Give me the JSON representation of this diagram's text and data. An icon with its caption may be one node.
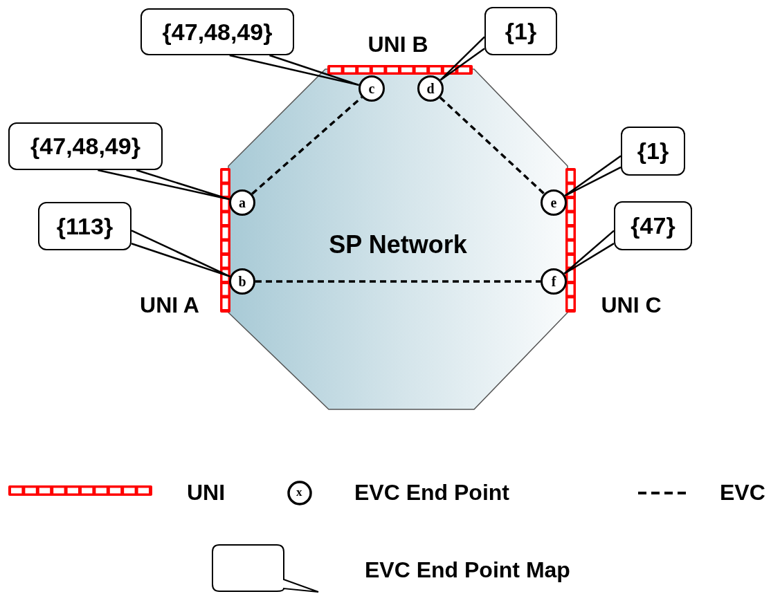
{
  "diagram": {
    "nodes": [
      {
        "text": [
          "{47,48,49}"
        ]
      },
      {
        "text": [
          "{1}"
        ]
      },
      {
        "text": [
          "{47,48,49}"
        ]
      },
      {
        "text": [
          "{1}"
        ]
      },
      {
        "text": [
          "{113}"
        ]
      },
      {
        "text": [
          "{47}"
        ]
      },
      {
        "text": [
          "SP Network"
        ]
      },
      {
        "text": [
          "c"
        ],
        "in": 6
      },
      {
        "text": [
          "d"
        ],
        "in": 6
      },
      {
        "text": [
          "a"
        ],
        "in": 6
      },
      {
        "text": [
          "e"
        ],
        "in": 6
      },
      {
        "text": [
          "b"
        ],
        "in": 6
      },
      {
        "text": [
          "f"
        ],
        "in": 6
      }
    ],
    "edges": [
      {
        "from": 0,
        "to": 7,
        "arrow": "none"
      },
      {
        "from": 1,
        "to": 8,
        "arrow": "none"
      },
      {
        "from": 2,
        "to": 9,
        "arrow": "none"
      },
      {
        "from": 3,
        "to": 10,
        "arrow": "none"
      },
      {
        "from": 4,
        "to": 11,
        "arrow": "none"
      },
      {
        "from": 5,
        "to": 12,
        "arrow": "none"
      },
      {
        "from": 9,
        "to": 7,
        "arrow": "none",
        "style": "dashed"
      },
      {
        "from": 8,
        "to": 10,
        "arrow": "none",
        "style": "dashed"
      },
      {
        "from": 11,
        "to": 12,
        "arrow": "none",
        "style": "dashed"
      }
    ],
    "labels": [
      "UNI B",
      "UNI A",
      "UNI C",
      "x"
    ],
    "legend": [
      {
        "text": "UNI"
      },
      {
        "text": "EVC End Point"
      },
      {
        "text": "EVC"
      },
      {
        "text": "EVC End Point Map"
      }
    ]
  }
}
